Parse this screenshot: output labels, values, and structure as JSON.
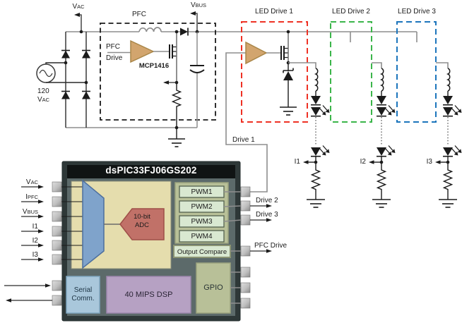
{
  "colors": {
    "wire_gray": "#8E8E8E",
    "schematic_black": "#1B1B1B",
    "pfc_dash": "#1A1A1A",
    "led_drive_1_dash": "#EE3124",
    "led_drive_2_dash": "#3BB54A",
    "led_drive_3_dash": "#1C75BC",
    "driver_triangle_fill": "#D2A56E",
    "chip_outer": "#2E3838",
    "chip_panel": "#5C6A6A",
    "chip_titlebar": "#101414",
    "adc_region_fill": "#E5DDAD",
    "mux_fill": "#7FA3CB",
    "adc_fill": "#C17168",
    "pwm_box_fill": "#D9E8D1",
    "olive_block_fill": "#B8C098",
    "serial_fill": "#A9C7DB",
    "dsp_fill": "#B6A1C3",
    "pin_fill": "#C9C9C9"
  },
  "top": {
    "vac_tap": {
      "main": "V",
      "sub": "AC"
    },
    "vbus_tap": {
      "main": "V",
      "sub": "BUS"
    },
    "pfc_box_label": "PFC",
    "pfc_drive_input": {
      "line1": "PFC",
      "line2": "Drive"
    },
    "driver_ic": "MCP1416",
    "ac_source": {
      "line1": "120",
      "v": "V",
      "sub": "AC"
    },
    "led_drives": [
      {
        "label": "LED Drive 1"
      },
      {
        "label": "LED Drive 2"
      },
      {
        "label": "LED Drive 3"
      }
    ],
    "drive1_net": "Drive 1",
    "current_taps": [
      "I1",
      "I2",
      "I3"
    ]
  },
  "chip": {
    "title": "dsPIC33FJ06GS202",
    "left_pins": [
      {
        "main": "V",
        "sub": "AC"
      },
      {
        "main": "I",
        "sub": "PFC"
      },
      {
        "main": "V",
        "sub": "BUS"
      },
      {
        "main": "I1",
        "sub": ""
      },
      {
        "main": "I2",
        "sub": ""
      },
      {
        "main": "I3",
        "sub": ""
      }
    ],
    "adc": {
      "line1": "10-bit",
      "line2": "ADC"
    },
    "pwm_blocks": [
      "PWM1",
      "PWM2",
      "PWM3",
      "PWM4"
    ],
    "output_compare": "Output Compare",
    "gpio": "GPIO",
    "serial": {
      "line1": "Serial",
      "line2": "Comm."
    },
    "dsp": "40 MIPS DSP",
    "right_pin_labels": [
      "Drive 2",
      "Drive 3",
      "PFC Drive"
    ]
  }
}
